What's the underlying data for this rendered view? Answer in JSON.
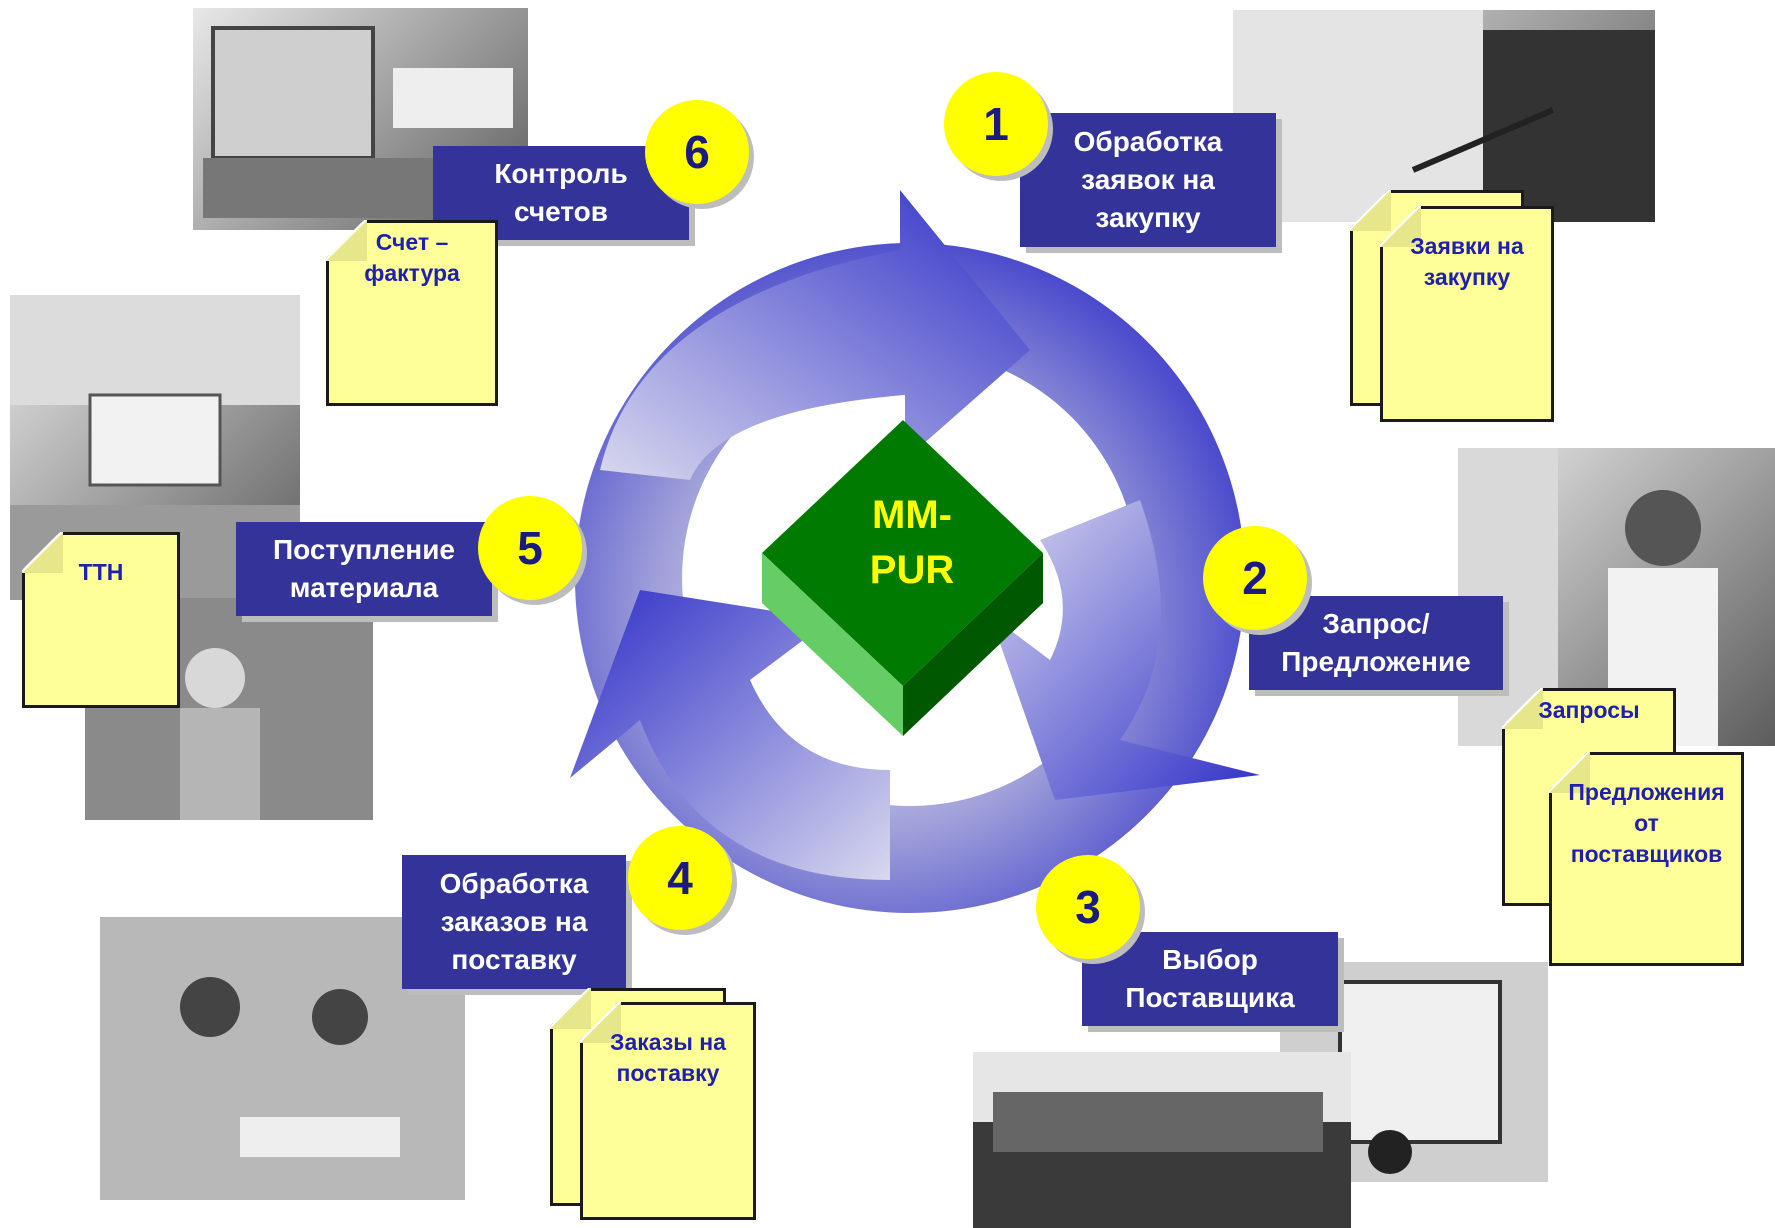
{
  "center": {
    "label": "MM-\nPUR"
  },
  "steps": [
    {
      "number": "1",
      "label": "Обработка\nзаявок на\nзакупку"
    },
    {
      "number": "2",
      "label": "Запрос/\nПредложение"
    },
    {
      "number": "3",
      "label": "Выбор\nПоставщика"
    },
    {
      "number": "4",
      "label": "Обработка\nзаказов на\nпоставку"
    },
    {
      "number": "5",
      "label": "Поступление\nматериала"
    },
    {
      "number": "6",
      "label": "Контроль\nсчетов"
    }
  ],
  "documents": {
    "invoice": "Счет –\nфактура",
    "requisitions": "Заявки на\nзакупку",
    "rfq": "Запросы",
    "quotations": "Предложения\nот\nпоставщиков",
    "orders": "Заказы на\nпоставку",
    "waybill": "ТТН"
  },
  "colors": {
    "step_box": "#333399",
    "badge": "#ffff00",
    "document": "#ffff99",
    "core": "#007a00",
    "arrow": "#3333cc"
  }
}
